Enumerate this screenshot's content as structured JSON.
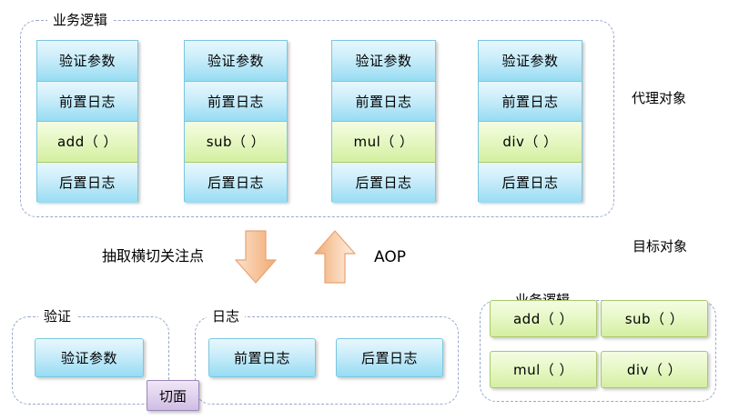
{
  "diagram": {
    "title_labels": {
      "proxy_object": "代理对象",
      "target_object": "目标对象",
      "extract_crosscutting": "抽取横切关注点",
      "aop": "AOP"
    },
    "top_group": {
      "label": "业务逻辑",
      "stacks": [
        {
          "cells": [
            "验证参数",
            "前置日志",
            "add（ ）",
            "后置日志"
          ]
        },
        {
          "cells": [
            "验证参数",
            "前置日志",
            "sub（ ）",
            "后置日志"
          ]
        },
        {
          "cells": [
            "验证参数",
            "前置日志",
            "mul（ ）",
            "后置日志"
          ]
        },
        {
          "cells": [
            "验证参数",
            "前置日志",
            "div（ ）",
            "后置日志"
          ]
        }
      ]
    },
    "bottom_left": {
      "validate_group": {
        "label": "验证",
        "boxes": [
          "验证参数"
        ]
      },
      "log_group": {
        "label": "日志",
        "boxes": [
          "前置日志",
          "后置日志"
        ]
      },
      "aspect_badge": "切面"
    },
    "bottom_right": {
      "label": "业务逻辑",
      "boxes": [
        "add（ ）",
        "sub（ ）",
        "mul（ ）",
        "div（ ）"
      ]
    },
    "arrows": {
      "down": "down-arrow",
      "up": "up-arrow"
    },
    "colors": {
      "dashed_border": "#9aa7d0",
      "blue_border": "#7cc7e0",
      "blue_fill": "#97dcf3",
      "green_border": "#a9c96c",
      "green_fill": "#d4efa1",
      "arrow_fill": "#f5b27f",
      "badge_fill": "#cfbde4"
    }
  }
}
